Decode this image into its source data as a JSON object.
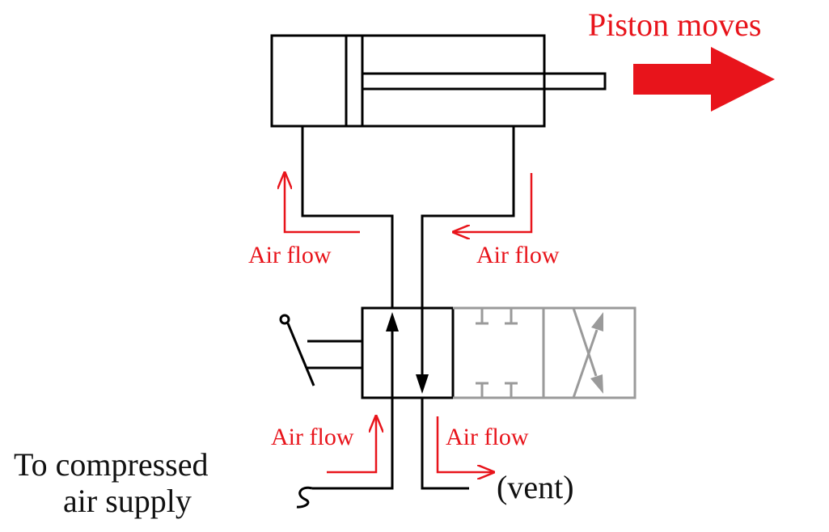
{
  "diagram": {
    "title": "Piston moves",
    "flow_labels": {
      "left_line": "Air flow",
      "right_line": "Air flow",
      "supply_port": "Air flow",
      "exhaust_port": "Air flow"
    },
    "supply_label": {
      "line1": "To compressed",
      "line2": "air supply"
    },
    "vent_label": "(vent)",
    "colors": {
      "line": "#000000",
      "flow": "#e8141b",
      "inactive_valve": "#9a9a9a",
      "background": "#ffffff"
    },
    "icons": {
      "motion_arrow": "right-arrow-icon",
      "valve_handle": "lever-icon"
    }
  }
}
